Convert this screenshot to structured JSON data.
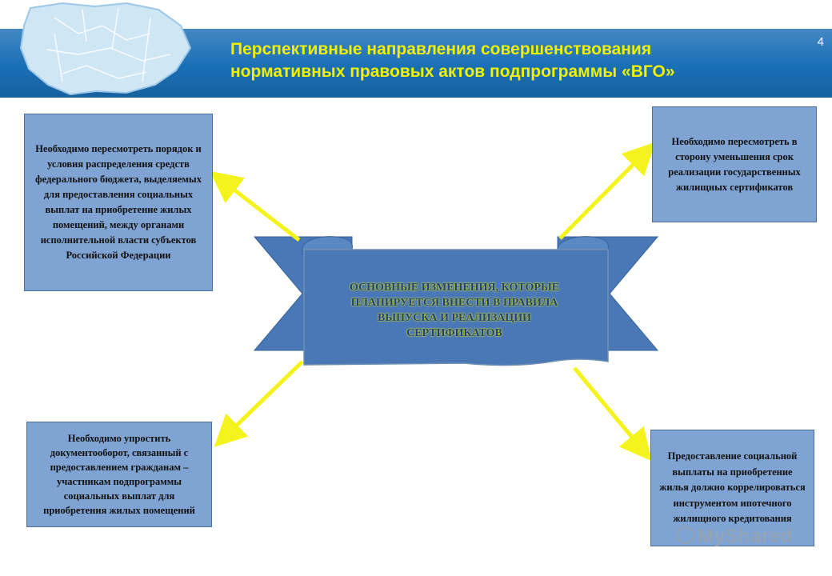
{
  "slide": {
    "number": "4",
    "title_line1": "Перспективные направления совершенствования",
    "title_line2": "нормативных правовых актов подпрограммы «ВГО»"
  },
  "center": {
    "text": "ОСНОВНЫЕ ИЗМЕНЕНИЯ, КОТОРЫЕ ПЛАНИРУЕТСЯ ВНЕСТИ В ПРАВИЛА ВЫПУСКА И РЕАЛИЗАЦИИ СЕРТИФИКАТОВ"
  },
  "boxes": {
    "top_left": "Необходимо пересмотреть порядок и условия распределения средств федерального бюджета, выделяемых для предоставления социальных выплат на приобретение жилых помещений, между органами исполнительной власти субъектов Российской Федерации",
    "top_right": "Необходимо пересмотреть в сторону уменьшения срок реализации государственных жилищных сертификатов",
    "bottom_left": "Необходимо упростить документооборот, связанный с предоставлением гражданам – участникам подпрограммы социальных выплат для приобретения жилых помещений",
    "bottom_right": "Предоставление социальной выплаты на приобретение жилья должно коррелироваться инструментом ипотечного жилищного кредитования"
  },
  "watermark": "MyShared",
  "colors": {
    "header": "#1a6fb5",
    "title": "#f0f000",
    "box": "#7fa3d2",
    "ribbon": "#4a78b6",
    "arrow": "#f4f41c",
    "map": "#cfe6f5"
  },
  "icons": {
    "map": "region-map-icon",
    "watermark": "myshared-logo-icon"
  }
}
